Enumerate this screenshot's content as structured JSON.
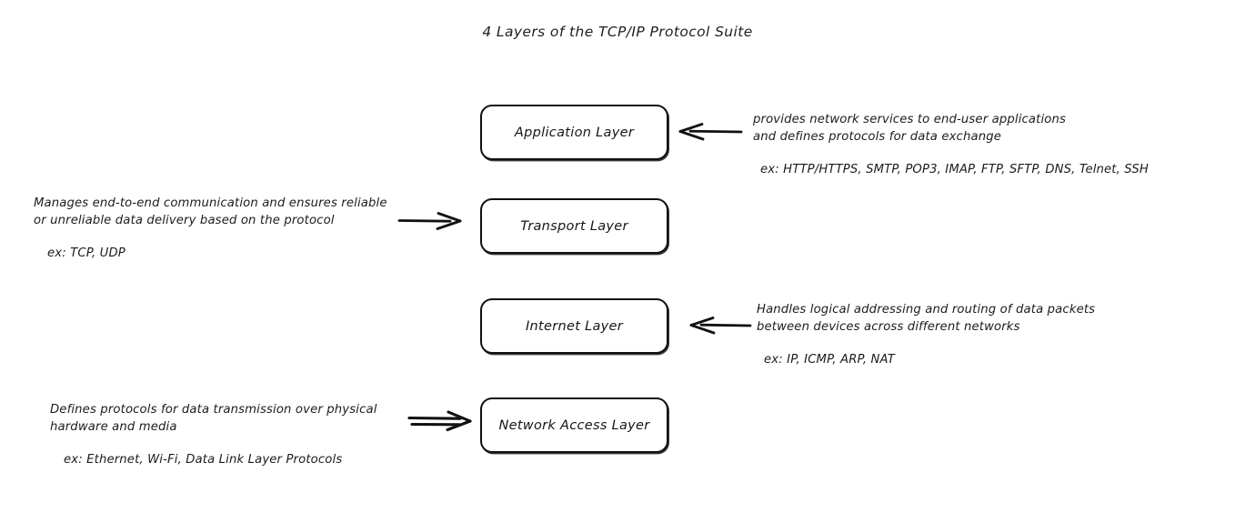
{
  "title": "4 Layers of the TCP/IP Protocol Suite",
  "layers": [
    {
      "id": "application",
      "label": "Application Layer",
      "side": "right",
      "arrow": "arrow-left-icon",
      "description": "provides network services to end-user applications\nand defines protocols for data exchange",
      "examples": "ex: HTTP/HTTPS, SMTP, POP3, IMAP, FTP, SFTP, DNS, Telnet, SSH"
    },
    {
      "id": "transport",
      "label": "Transport Layer",
      "side": "left",
      "arrow": "arrow-right-icon",
      "description": "Manages end-to-end communication and ensures reliable\nor unreliable data delivery based on the protocol",
      "examples": "ex: TCP, UDP"
    },
    {
      "id": "internet",
      "label": "Internet Layer",
      "side": "right",
      "arrow": "arrow-left-icon",
      "description": "Handles logical addressing and routing of data packets\nbetween devices across different networks",
      "examples": "ex: IP, ICMP, ARP, NAT"
    },
    {
      "id": "network_access",
      "label": "Network Access Layer",
      "side": "left",
      "arrow": "arrow-right-double-icon",
      "description": "Defines protocols for data transmission over physical\nhardware and media",
      "examples": "ex: Ethernet, Wi-Fi, Data Link Layer Protocols"
    }
  ],
  "colors": {
    "background": "#ffffff",
    "stroke": "#111111",
    "text": "#1a1a1a"
  }
}
